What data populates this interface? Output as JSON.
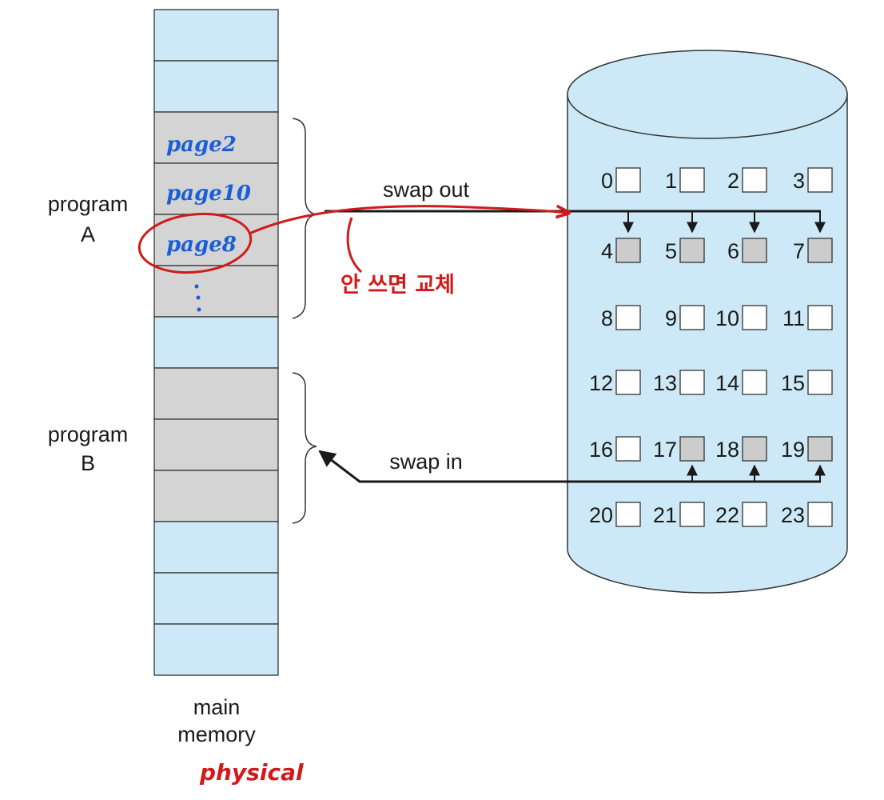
{
  "labels": {
    "program_a_line1": "program",
    "program_a_line2": "A",
    "program_b_line1": "program",
    "program_b_line2": "B",
    "main_memory_line1": "main",
    "main_memory_line2": "memory",
    "swap_out": "swap out",
    "swap_in": "swap in"
  },
  "annotations": {
    "frame_page2": "page2",
    "frame_page10": "page10",
    "frame_page8": "page8",
    "unused_replace": "안 쓰면 교체",
    "physical": "physical"
  },
  "memory": {
    "frames": [
      "free",
      "free",
      "A",
      "A",
      "A",
      "A",
      "free",
      "B",
      "B",
      "B",
      "free",
      "free",
      "free"
    ]
  },
  "disk": {
    "blocks": [
      {
        "n": "0",
        "filled": false
      },
      {
        "n": "1",
        "filled": false
      },
      {
        "n": "2",
        "filled": false
      },
      {
        "n": "3",
        "filled": false
      },
      {
        "n": "4",
        "filled": true
      },
      {
        "n": "5",
        "filled": true
      },
      {
        "n": "6",
        "filled": true
      },
      {
        "n": "7",
        "filled": true
      },
      {
        "n": "8",
        "filled": false
      },
      {
        "n": "9",
        "filled": false
      },
      {
        "n": "10",
        "filled": false
      },
      {
        "n": "11",
        "filled": false
      },
      {
        "n": "12",
        "filled": false
      },
      {
        "n": "13",
        "filled": false
      },
      {
        "n": "14",
        "filled": false
      },
      {
        "n": "15",
        "filled": false
      },
      {
        "n": "16",
        "filled": false
      },
      {
        "n": "17",
        "filled": true
      },
      {
        "n": "18",
        "filled": true
      },
      {
        "n": "19",
        "filled": true
      },
      {
        "n": "20",
        "filled": false
      },
      {
        "n": "21",
        "filled": false
      },
      {
        "n": "22",
        "filled": false
      },
      {
        "n": "23",
        "filled": false
      }
    ]
  },
  "colors": {
    "free_frame": "#cde9f7",
    "used_frame": "#d4d4d4",
    "disk_fill": "#cde9f7",
    "filled_block": "#cccccc",
    "annotation_blue": "#1a5fd8",
    "annotation_red": "#d11a1a"
  }
}
